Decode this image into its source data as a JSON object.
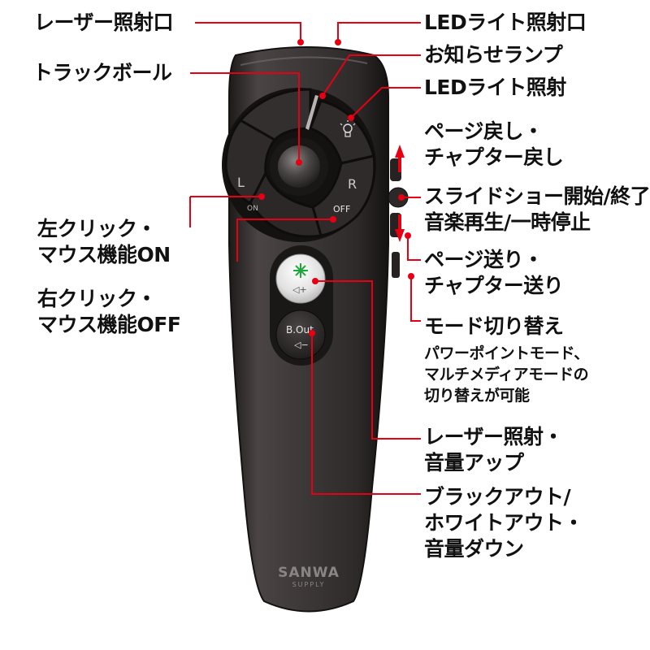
{
  "labels": {
    "laser_port": "レーザー照射口",
    "led_port": "LEDライト照射口",
    "indicator_lamp": "お知らせランプ",
    "trackball": "トラックボール",
    "led_button": "LEDライト照射",
    "page_back": [
      "ページ戻し・",
      "チャプター戻し"
    ],
    "slideshow": [
      "スライドショー開始/終了・",
      "音楽再生/一時停止"
    ],
    "left_click": [
      "左クリック・",
      "マウス機能ON"
    ],
    "page_forward": [
      "ページ送り・",
      "チャプター送り"
    ],
    "right_click": [
      "右クリック・",
      "マウス機能OFF"
    ],
    "mode_switch": "モード切り替え",
    "mode_switch_desc": [
      "パワーポイントモード、",
      "マルチメディアモードの",
      "切り替えが可能"
    ],
    "laser_volume_up": [
      "レーザー照射・",
      "音量アップ"
    ],
    "blackout": [
      "ブラックアウト/",
      "ホワイトアウト・",
      "音量ダウン"
    ]
  },
  "device": {
    "brand": "SANWA",
    "brand_sub": "SUPPLY",
    "button_l": "L",
    "button_r": "R",
    "button_on": "ON",
    "button_off": "OFF",
    "button_bout": "B.Out",
    "volume_up_symbol": "◁+",
    "volume_down_symbol": "◁−"
  },
  "colors": {
    "callout_red": "#e60012",
    "body_dark": "#3a3535",
    "laser_green": "#1fa83a"
  },
  "icons": [
    "laser-star-icon",
    "led-bulb-icon",
    "speaker-icon",
    "scroll-arrow-icon"
  ]
}
